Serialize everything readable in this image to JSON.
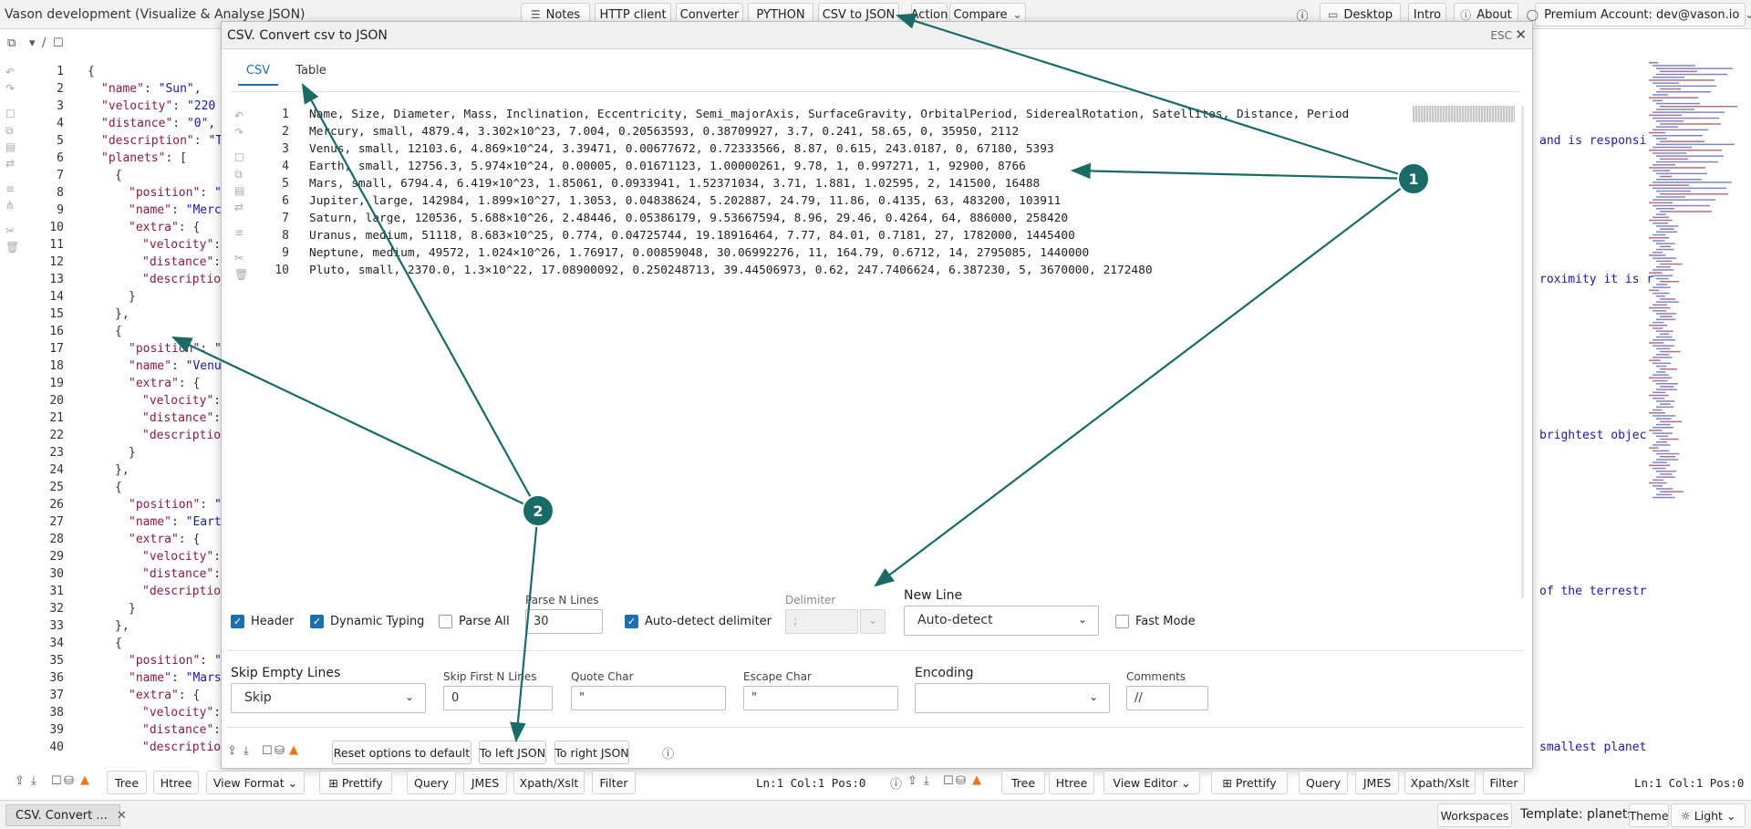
{
  "app_title": "Vason development (Visualize & Analyse JSON)",
  "top_nav": {
    "notes": "Notes",
    "http_client": "HTTP client",
    "converter": "Converter",
    "python": "PYTHON",
    "csv_to_json": "CSV to JSON",
    "action": "Action",
    "compare": "Compare",
    "desktop": "Desktop",
    "intro": "Intro",
    "about": "About",
    "account": "Premium Account: dev@vason.io"
  },
  "left_editor": {
    "line_numbers": [
      "1",
      "2",
      "3",
      "4",
      "5",
      "6",
      "7",
      "8",
      "9",
      "10",
      "11",
      "12",
      "13",
      "14",
      "15",
      "16",
      "17",
      "18",
      "19",
      "20",
      "21",
      "22",
      "23",
      "24",
      "25",
      "26",
      "27",
      "28",
      "29",
      "30",
      "31",
      "32",
      "33",
      "34",
      "35",
      "36",
      "37",
      "38",
      "39",
      "40"
    ],
    "lines": [
      {
        "i": 0,
        "k": "",
        "s": "",
        "p": "{"
      },
      {
        "i": 1,
        "k": "\"name\"",
        "s": "\"Sun\",",
        "p": ": "
      },
      {
        "i": 1,
        "k": "\"velocity\"",
        "s": "\"220",
        "p": ": "
      },
      {
        "i": 1,
        "k": "\"distance\"",
        "s": "\"0\",",
        "p": ": "
      },
      {
        "i": 1,
        "k": "\"description\"",
        "s": "\"T",
        "p": ": "
      },
      {
        "i": 1,
        "k": "\"planets\"",
        "s": "",
        "p": ": ["
      },
      {
        "i": 2,
        "k": "",
        "s": "",
        "p": "{"
      },
      {
        "i": 3,
        "k": "\"position\"",
        "s": "\"",
        "p": ": "
      },
      {
        "i": 3,
        "k": "\"name\"",
        "s": "\"Merc",
        "p": ": "
      },
      {
        "i": 3,
        "k": "\"extra\"",
        "s": "",
        "p": ": {"
      },
      {
        "i": 4,
        "k": "\"velocity\"",
        "s": "",
        "p": ":"
      },
      {
        "i": 4,
        "k": "\"distance\"",
        "s": "",
        "p": ":"
      },
      {
        "i": 4,
        "k": "\"descriptio",
        "s": "",
        "p": ""
      },
      {
        "i": 3,
        "k": "",
        "s": "",
        "p": "}"
      },
      {
        "i": 2,
        "k": "",
        "s": "",
        "p": "},"
      },
      {
        "i": 2,
        "k": "",
        "s": "",
        "p": "{"
      },
      {
        "i": 3,
        "k": "\"position\"",
        "s": "\"",
        "p": ": "
      },
      {
        "i": 3,
        "k": "\"name\"",
        "s": "\"Venu",
        "p": ": "
      },
      {
        "i": 3,
        "k": "\"extra\"",
        "s": "",
        "p": ": {"
      },
      {
        "i": 4,
        "k": "\"velocity\"",
        "s": "",
        "p": ":"
      },
      {
        "i": 4,
        "k": "\"distance\"",
        "s": "",
        "p": ":"
      },
      {
        "i": 4,
        "k": "\"descriptio",
        "s": "",
        "p": ""
      },
      {
        "i": 3,
        "k": "",
        "s": "",
        "p": "}"
      },
      {
        "i": 2,
        "k": "",
        "s": "",
        "p": "},"
      },
      {
        "i": 2,
        "k": "",
        "s": "",
        "p": "{"
      },
      {
        "i": 3,
        "k": "\"position\"",
        "s": "\"",
        "p": ": "
      },
      {
        "i": 3,
        "k": "\"name\"",
        "s": "\"Eart",
        "p": ": "
      },
      {
        "i": 3,
        "k": "\"extra\"",
        "s": "",
        "p": ": {"
      },
      {
        "i": 4,
        "k": "\"velocity\"",
        "s": "",
        "p": ":"
      },
      {
        "i": 4,
        "k": "\"distance\"",
        "s": "",
        "p": ":"
      },
      {
        "i": 4,
        "k": "\"descriptio",
        "s": "",
        "p": ""
      },
      {
        "i": 3,
        "k": "",
        "s": "",
        "p": "}"
      },
      {
        "i": 2,
        "k": "",
        "s": "",
        "p": "},"
      },
      {
        "i": 2,
        "k": "",
        "s": "",
        "p": "{"
      },
      {
        "i": 3,
        "k": "\"position\"",
        "s": "\"",
        "p": ": "
      },
      {
        "i": 3,
        "k": "\"name\"",
        "s": "\"Mars",
        "p": ": "
      },
      {
        "i": 3,
        "k": "\"extra\"",
        "s": "",
        "p": ": {"
      },
      {
        "i": 4,
        "k": "\"velocity\"",
        "s": "",
        "p": ":"
      },
      {
        "i": 4,
        "k": "\"distance\"",
        "s": "",
        "p": ":"
      },
      {
        "i": 4,
        "k": "\"descriptio",
        "s": "",
        "p": ""
      }
    ]
  },
  "right_editor_fragments": [
    {
      "line": 5,
      "text": "and is responsi"
    },
    {
      "line": 13,
      "text": "roximity it is r"
    },
    {
      "line": 22,
      "text": "brightest objec"
    },
    {
      "line": 31,
      "text": "of the terrestr"
    },
    {
      "line": 40,
      "text": "smallest planet"
    }
  ],
  "dialog": {
    "title": "CSV. Convert csv to JSON",
    "esc": "ESC",
    "tabs": [
      "CSV",
      "Table"
    ],
    "csv_lines": [
      "Name, Size, Diameter, Mass, Inclination, Eccentricity, Semi_majorAxis, SurfaceGravity, OrbitalPeriod, SiderealRotation, Satellites, Distance, Period",
      "Mercury, small, 4879.4, 3.302×10^23, 7.004, 0.20563593, 0.38709927, 3.7, 0.241, 58.65, 0, 35950, 2112",
      "Venus, small, 12103.6, 4.869×10^24, 3.39471, 0.00677672, 0.72333566, 8.87, 0.615, 243.0187, 0, 67180, 5393",
      "Earth, small, 12756.3, 5.974×10^24, 0.00005, 0.01671123, 1.00000261, 9.78, 1, 0.997271, 1, 92900, 8766",
      "Mars, small, 6794.4, 6.419×10^23, 1.85061, 0.0933941, 1.52371034, 3.71, 1.881, 1.02595, 2, 141500, 16488",
      "Jupiter, large, 142984, 1.899×10^27, 1.3053, 0.04838624, 5.202887, 24.79, 11.86, 0.4135, 63, 483200, 103911",
      "Saturn, large, 120536, 5.688×10^26, 2.48446, 0.05386179, 9.53667594, 8.96, 29.46, 0.4264, 64, 886000, 258420",
      "Uranus, medium, 51118, 8.683×10^25, 0.774, 0.04725744, 19.18916464, 7.77, 84.01, 0.7181, 27, 1782000, 1445400",
      "Neptune, medium, 49572, 1.024×10^26, 1.76917, 0.00859048, 30.06992276, 11, 164.79, 0.6712, 14, 2795085, 1440000",
      "Pluto, small, 2370.0, 1.3×10^22, 17.08900092, 0.250248713, 39.44506973, 0.62, 247.7406624, 6.387230, 5, 3670000, 2172480"
    ],
    "csv_line_numbers": [
      "1",
      "2",
      "3",
      "4",
      "5",
      "6",
      "7",
      "8",
      "9",
      "10"
    ],
    "options": {
      "header": {
        "label": "Header",
        "checked": true
      },
      "dynamic_typing": {
        "label": "Dynamic Typing",
        "checked": true
      },
      "parse_all": {
        "label": "Parse All",
        "checked": false
      },
      "parse_n_lines": {
        "label": "Parse N Lines",
        "value": "30"
      },
      "auto_detect": {
        "label": "Auto-detect delimiter",
        "checked": true
      },
      "delimiter": {
        "label": "Delimiter",
        "value": ";"
      },
      "new_line": {
        "label": "New Line",
        "value": "Auto-detect"
      },
      "fast_mode": {
        "label": "Fast Mode",
        "checked": false
      },
      "skip_empty": {
        "label": "Skip Empty Lines",
        "value": "Skip"
      },
      "skip_first": {
        "label": "Skip First N Lines",
        "value": "0"
      },
      "quote_char": {
        "label": "Quote Char",
        "value": "\""
      },
      "escape_char": {
        "label": "Escape Char",
        "value": "\""
      },
      "encoding": {
        "label": "Encoding",
        "value": ""
      },
      "comments": {
        "label": "Comments",
        "value": "//"
      }
    },
    "buttons": {
      "reset": "Reset options to default",
      "to_left": "To left JSON",
      "to_right": "To right JSON"
    }
  },
  "bottom_left": {
    "tree": "Tree",
    "htree": "Htree",
    "view": "View",
    "format": "Format",
    "prettify": "Prettify",
    "query": "Query",
    "jmes": "JMES",
    "xpath": "Xpath/Xslt",
    "filter": "Filter",
    "status": "Ln:1 Col:1 Pos:0"
  },
  "bottom_right": {
    "tree": "Tree",
    "htree": "Htree",
    "view": "View",
    "editor": "Editor",
    "prettify": "Prettify",
    "query": "Query",
    "jmes": "JMES",
    "xpath": "Xpath/Xslt",
    "filter": "Filter",
    "status": "Ln:1 Col:1 Pos:0"
  },
  "footer": {
    "task_tab": "CSV. Convert ...",
    "workspaces": "Workspaces",
    "template": "Template: planets",
    "theme": "Theme",
    "light": "Light"
  },
  "annotations": {
    "marker_1": "1",
    "marker_2": "2"
  },
  "colors": {
    "accent": "#1e6fb0",
    "annotation": "#1a6b66",
    "warning": "#e8741c",
    "json_key": "#8a1a48",
    "json_string": "#1a1aa6"
  }
}
